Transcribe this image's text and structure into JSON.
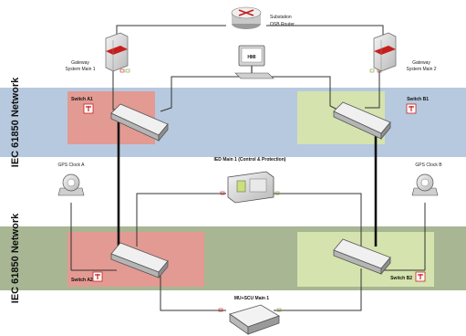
{
  "networks": {
    "top_band_label": "IEC 61850 Network",
    "bottom_band_label": "IEC 61850 Network"
  },
  "devices": {
    "substation_router": "Substation OSB Router",
    "gateway_1": "Gateway System Main 1",
    "gateway_2": "Gateway System Main 2",
    "hmi": "HMI",
    "switch_a1": "Switch A1",
    "switch_b1": "Switch B1",
    "switch_a2": "Switch A2",
    "switch_b2": "Switch B2",
    "gps_a": "GPS Clock A",
    "gps_b": "GPS Clock B",
    "ied_main": "IED Main 1 (Control & Protection)",
    "mu": "MU+SCU Main 1"
  },
  "colors": {
    "top_band": "#b7c9de",
    "bottom_band": "#a8b694",
    "zone_red": "#e39a92",
    "zone_green": "#d5e3ae",
    "accent_red": "#c81e1e"
  }
}
